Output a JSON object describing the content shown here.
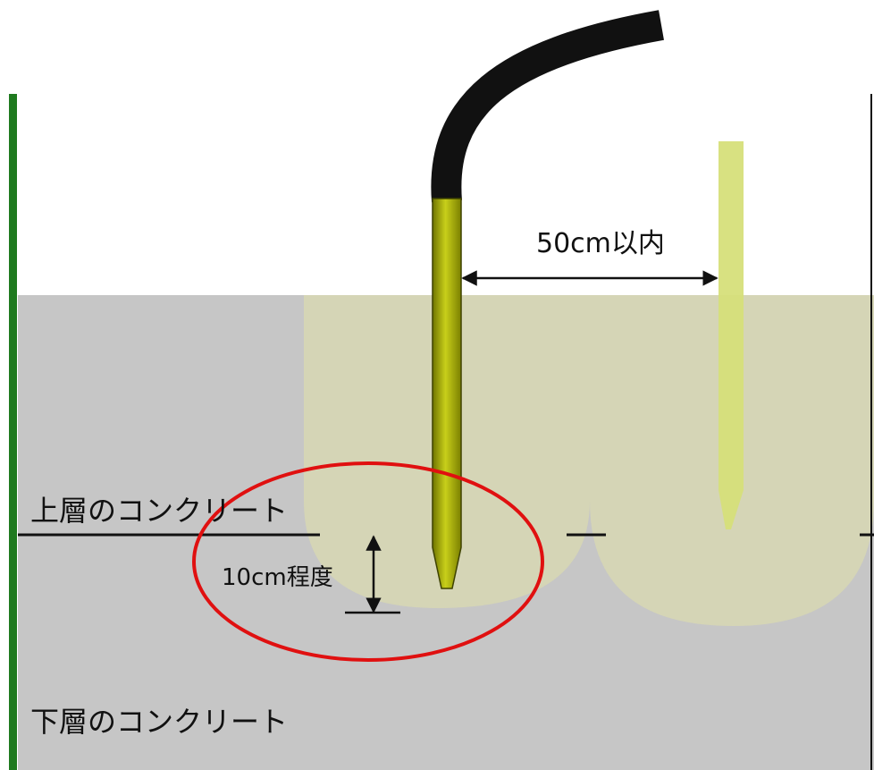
{
  "labels": {
    "upper_layer": "上層のコンクリート",
    "lower_layer": "下層のコンクリート",
    "spacing": "50cm以内",
    "depth": "10cm程度"
  },
  "colors": {
    "concrete": "#c6c6c6",
    "influence_zone": "#d6d6b4",
    "vibrator_rod": "#9ea600",
    "vibrator_rod_ghost": "#d6df7a",
    "hose": "#111111",
    "formwork": "#1f7a1f",
    "highlight_circle": "#e01010"
  }
}
